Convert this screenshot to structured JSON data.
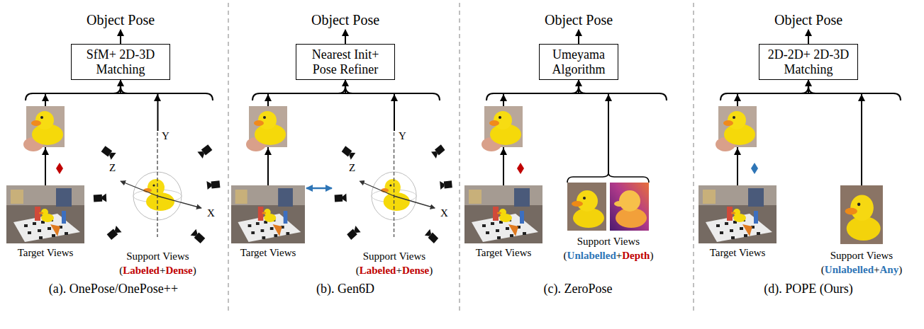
{
  "diagram": {
    "nodes": [
      {
        "text": [
          "Object Pose"
        ]
      },
      {
        "text": [
          "SfM+ 2D-3D Matching"
        ]
      },
      {
        "text": [
          "Target Views"
        ]
      },
      {
        "text": [
          "Support Views",
          "(Labeled+Dense)"
        ]
      },
      {
        "text": [
          "Object Pose"
        ]
      },
      {
        "text": [
          "Nearest Init+ Pose Refiner"
        ]
      },
      {
        "text": [
          "Target Views"
        ]
      },
      {
        "text": [
          "Support Views",
          "(Labeled+Dense)"
        ]
      },
      {
        "text": [
          "Object Pose"
        ]
      },
      {
        "text": [
          "Umeyama Algorithm"
        ]
      },
      {
        "text": [
          "Target Views"
        ]
      },
      {
        "text": [
          "Support Views",
          "(Unlabelled+Depth)"
        ]
      },
      {
        "text": [
          "Object Pose"
        ]
      },
      {
        "text": [
          "2D-2D+ 2D-3D Matching"
        ]
      },
      {
        "text": [
          "Target Views"
        ]
      },
      {
        "text": [
          "Support Views",
          "(Unlabelled+Any)"
        ]
      }
    ],
    "edges": [
      {
        "from": 2,
        "to": 1,
        "arrow": "to"
      },
      {
        "from": 3,
        "to": 1,
        "arrow": "to"
      },
      {
        "from": 1,
        "to": 0,
        "arrow": "to"
      },
      {
        "from": 6,
        "to": 5,
        "arrow": "to"
      },
      {
        "from": 7,
        "to": 5,
        "arrow": "to"
      },
      {
        "from": 5,
        "to": 4,
        "arrow": "to"
      },
      {
        "from": 6,
        "to": 7,
        "arrow": "both"
      },
      {
        "from": 10,
        "to": 9,
        "arrow": "to"
      },
      {
        "from": 11,
        "to": 9,
        "arrow": "to"
      },
      {
        "from": 9,
        "to": 8,
        "arrow": "to"
      },
      {
        "from": 14,
        "to": 13,
        "arrow": "to"
      },
      {
        "from": 15,
        "to": 13,
        "arrow": "to"
      },
      {
        "from": 13,
        "to": 12,
        "arrow": "to"
      }
    ],
    "labels": [
      "Y",
      "Z",
      "X",
      "(a). OnePose/OnePose++",
      "Y",
      "Z",
      "X",
      "(b). Gen6D",
      "(c). ZeroPose",
      "(d). POPE (Ours)"
    ]
  }
}
